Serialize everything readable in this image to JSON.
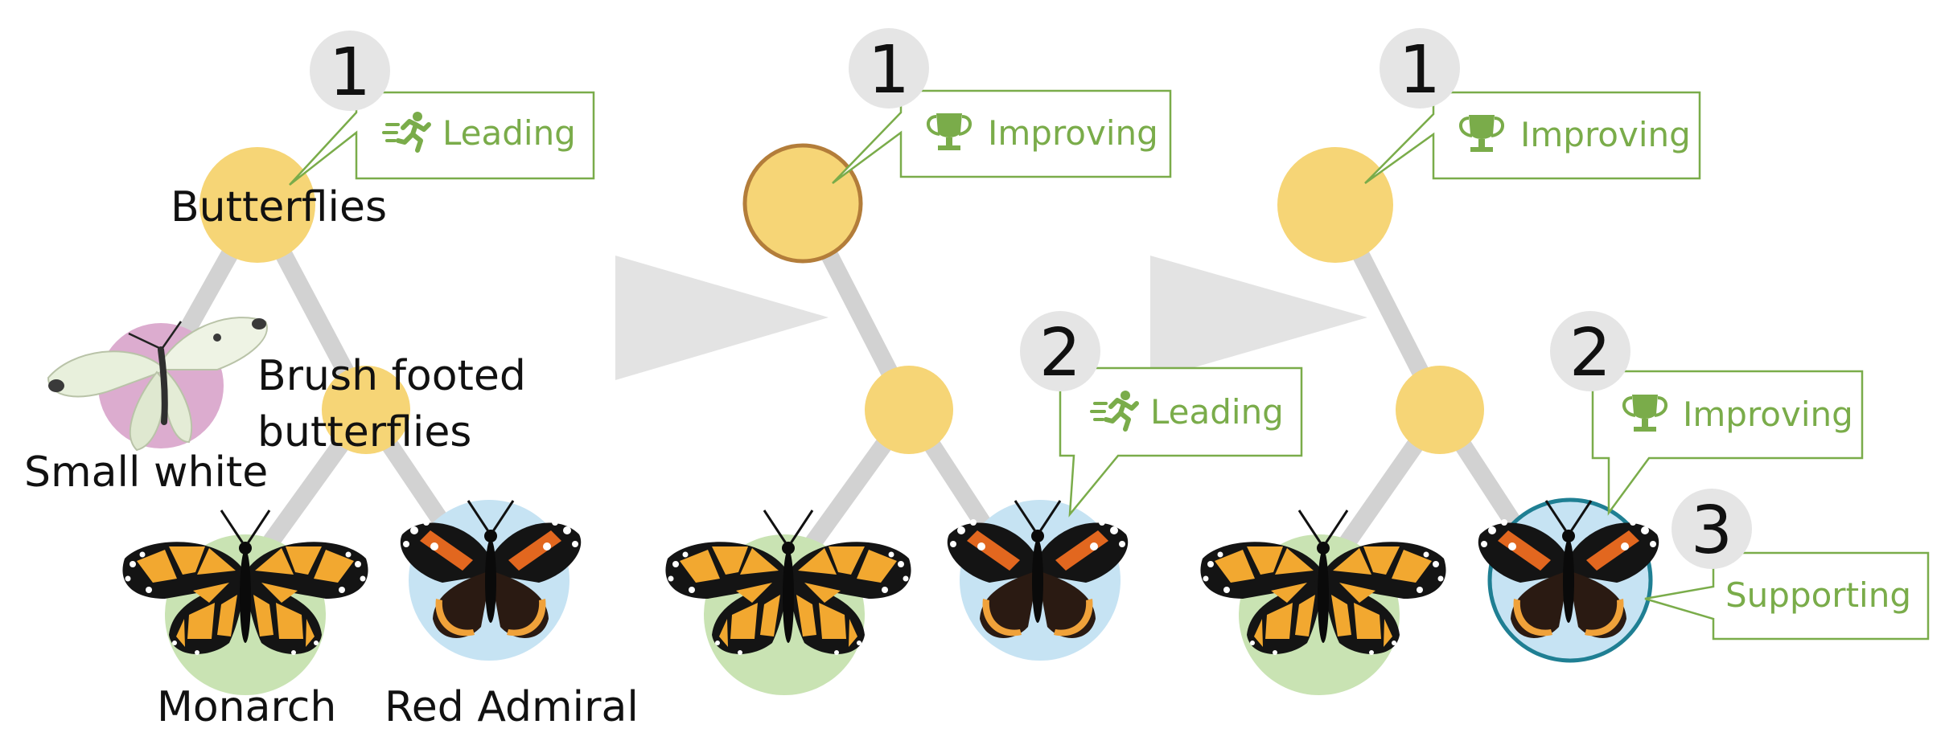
{
  "colors": {
    "node": "#f6d576",
    "branch": "#d2d2d2",
    "accent_green": "#7aac4a",
    "ring_brown": "#b37d3a",
    "ring_teal": "#1f7f93",
    "badge": "#e5e5e5",
    "arrow": "#e3e3e3",
    "bg_pink": "#dcaccf",
    "bg_green": "#c9e3b3",
    "bg_blue": "#c6e3f3"
  },
  "labels": {
    "butterflies": "Butterflies",
    "brush_1": "Brush footed",
    "brush_2": "butterflies",
    "small_white": "Small white",
    "monarch": "Monarch",
    "red_admiral": "Red Admiral"
  },
  "panels": [
    {
      "callouts": [
        {
          "number": "1",
          "label": "Leading",
          "icon": "running-person-icon"
        }
      ]
    },
    {
      "callouts": [
        {
          "number": "1",
          "label": "Improving",
          "icon": "trophy-icon"
        },
        {
          "number": "2",
          "label": "Leading",
          "icon": "running-person-icon"
        }
      ]
    },
    {
      "callouts": [
        {
          "number": "1",
          "label": "Improving",
          "icon": "trophy-icon"
        },
        {
          "number": "2",
          "label": "Improving",
          "icon": "trophy-icon"
        },
        {
          "number": "3",
          "label": "Supporting",
          "icon": ""
        }
      ]
    }
  ]
}
